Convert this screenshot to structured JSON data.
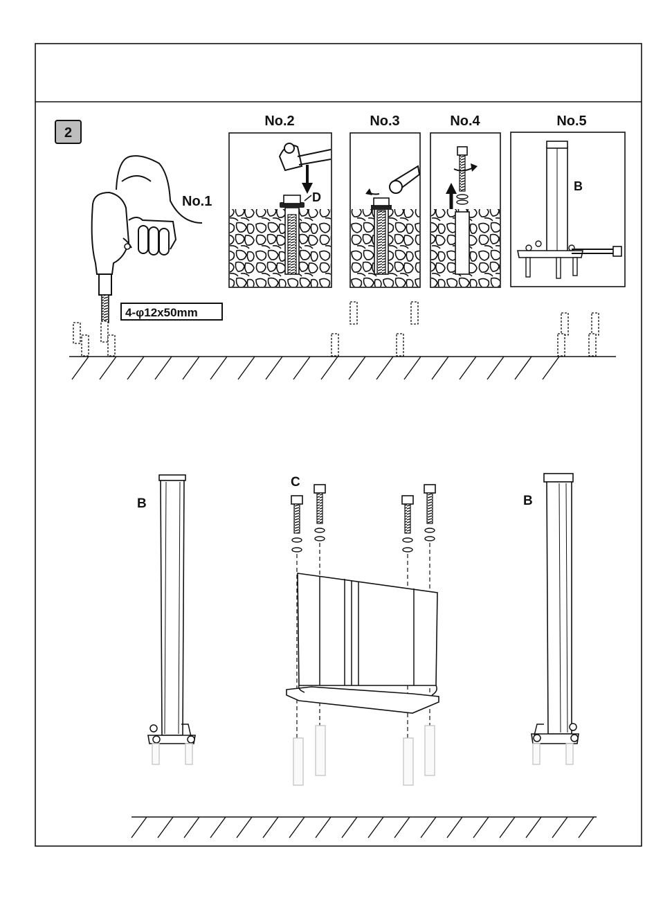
{
  "step": {
    "number": "2"
  },
  "labels": {
    "no1": "No.1",
    "no2": "No.2",
    "no3": "No.3",
    "no4": "No.4",
    "no5": "No.5",
    "drill_spec": "4-φ12x50mm",
    "part_d": "D",
    "part_b_inset": "B",
    "part_b_left": "B",
    "part_b_right": "B",
    "part_c": "C"
  }
}
